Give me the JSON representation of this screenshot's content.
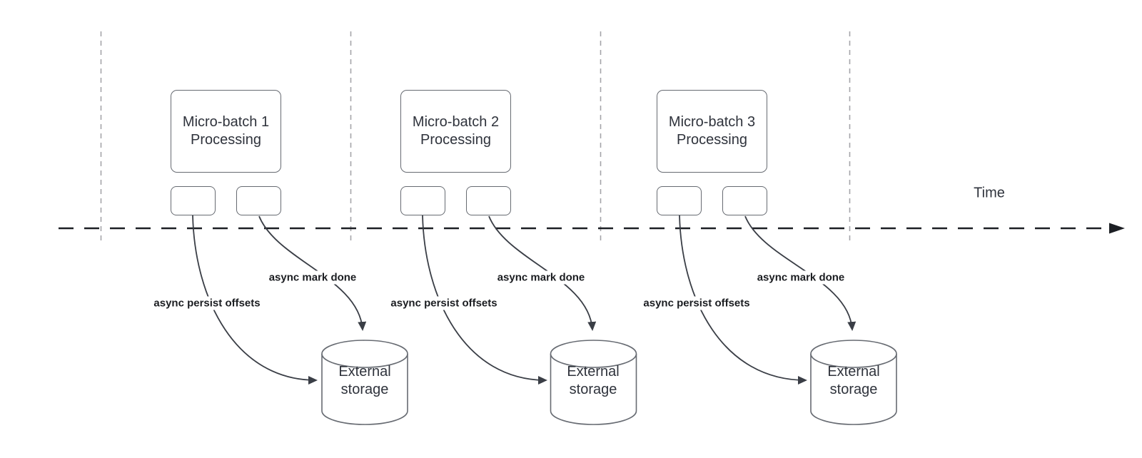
{
  "timeline": {
    "label": "Time"
  },
  "batches": [
    {
      "processing_label": "Micro-batch 1\nProcessing",
      "persist_arrow_label": "async persist offsets",
      "mark_done_arrow_label": "async mark done",
      "storage_label": "External\nstorage"
    },
    {
      "processing_label": "Micro-batch 2\nProcessing",
      "persist_arrow_label": "async persist offsets",
      "mark_done_arrow_label": "async mark done",
      "storage_label": "External\nstorage"
    },
    {
      "processing_label": "Micro-batch 3\nProcessing",
      "persist_arrow_label": "async persist offsets",
      "mark_done_arrow_label": "async mark done",
      "storage_label": "External\nstorage"
    }
  ],
  "colors": {
    "background": "#ffffff",
    "shape_border": "#676b72",
    "node_text": "#2f333c",
    "arrow_stroke": "#3a3e46",
    "arrow_label_text": "#1b1d21",
    "guide_line": "#a4a4a9",
    "timeline_line": "#1c1f24"
  }
}
